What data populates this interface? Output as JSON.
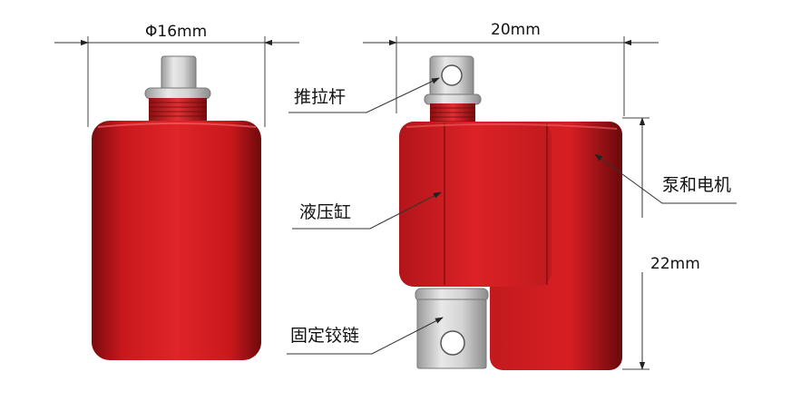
{
  "dimensions": {
    "diameter": "Φ16mm",
    "width": "20mm",
    "height": "22mm"
  },
  "labels": {
    "push_rod": "推拉杆",
    "cylinder": "液压缸",
    "pump_motor": "泵和电机",
    "hinge": "固定铰链"
  },
  "colors": {
    "body_red": "#d81e22",
    "body_dark": "#8a0d10",
    "metal_gray": "#c9c9c9",
    "line": "#333333",
    "background": "#ffffff"
  }
}
